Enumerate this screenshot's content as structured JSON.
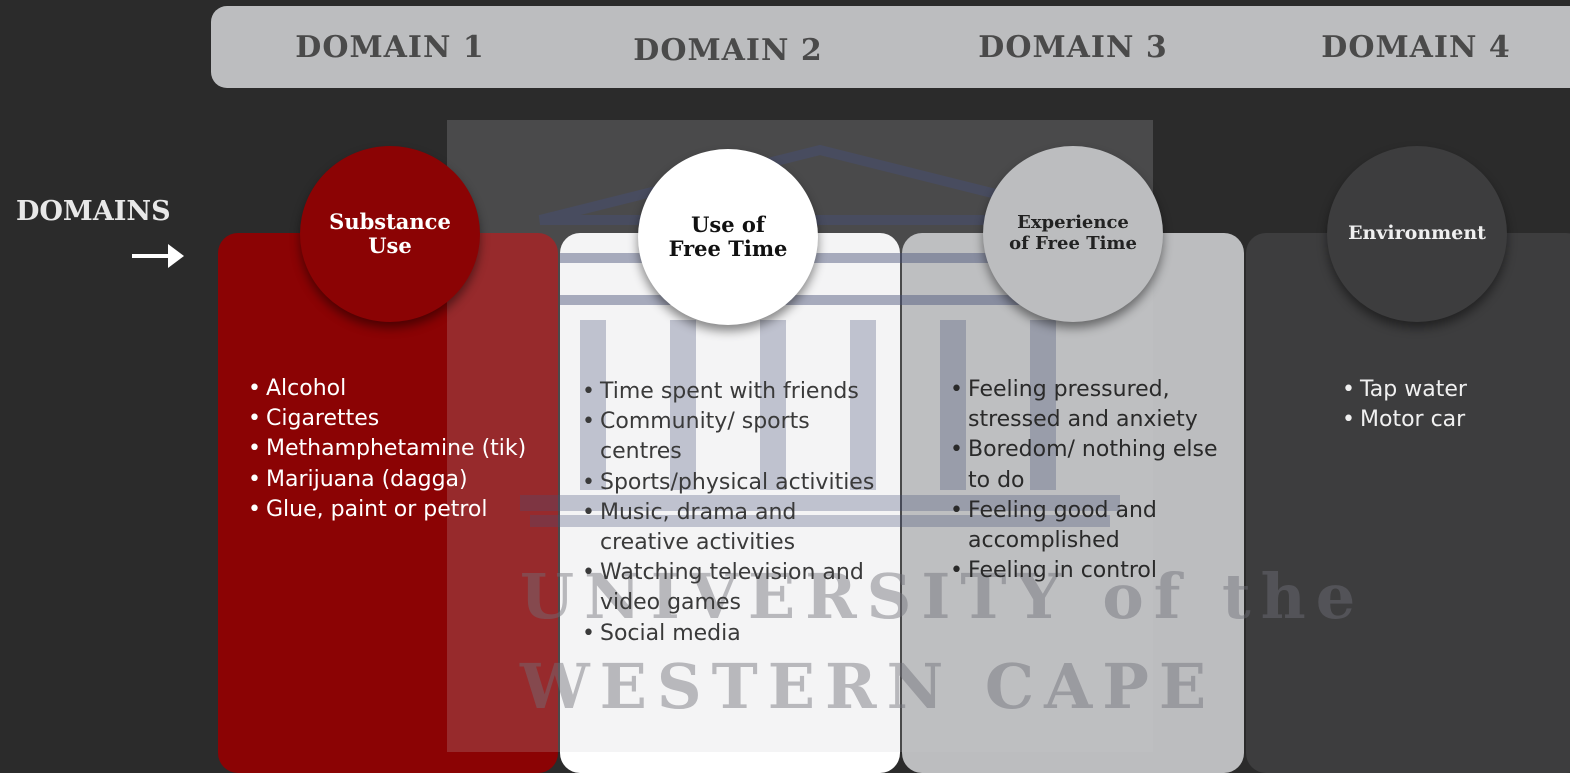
{
  "header": {
    "domains": [
      "DOMAIN 1",
      "DOMAIN 2",
      "DOMAIN 3",
      "DOMAIN 4"
    ]
  },
  "side": {
    "label": "DOMAINS",
    "arrow_icon": "arrow-right-icon"
  },
  "columns": [
    {
      "title_line1": "Substance",
      "title_line2": "Use",
      "color": "#8b0304",
      "items": [
        "Alcohol",
        "Cigarettes",
        "Methamphetamine (tik)",
        "Marijuana (dagga)",
        "Glue, paint or petrol"
      ]
    },
    {
      "title_line1": "Use of",
      "title_line2": "Free Time",
      "color": "#ffffff",
      "items": [
        "Time spent with friends",
        "Community/ sports centres",
        "Sports/physical activities",
        "Music, drama and creative activities",
        "Watching television and video games",
        "Social media"
      ]
    },
    {
      "title_line1": "Experience",
      "title_line2": "of Free Time",
      "color": "#bcbdbf",
      "items": [
        "Feeling pressured, stressed and anxiety",
        "Boredom/ nothing else to do",
        "Feeling good and accomplished",
        "Feeling in control"
      ]
    },
    {
      "title_line1": "Environment",
      "title_line2": "",
      "color": "#3d3d3e",
      "items": [
        "Tap water",
        "Motor car"
      ]
    }
  ],
  "watermark": {
    "line1": "UNIVERSITY of the",
    "line2": "WESTERN CAPE",
    "icon": "university-building-icon"
  }
}
